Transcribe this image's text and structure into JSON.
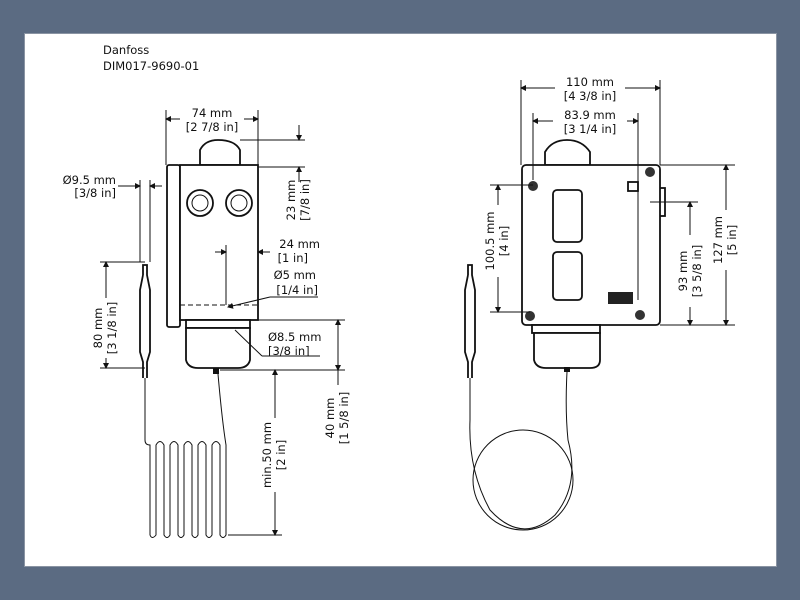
{
  "header": {
    "brand": "Danfoss",
    "drawing_id": "DIM017-9690-01"
  },
  "side_view": {
    "width": {
      "mm": "74 mm",
      "in": "[2 7/8 in]"
    },
    "knob_height": {
      "mm": "23 mm",
      "in": "[7/8 in]"
    },
    "bulb_diameter": {
      "mm": "Ø9.5 mm",
      "in": "[3/8 in]"
    },
    "hole_offset": {
      "mm": "24 mm",
      "in": "[1 in]"
    },
    "hole_diameter": {
      "mm": "Ø5 mm",
      "in": "[1/4 in]"
    },
    "capillary_gland": {
      "mm": "Ø8.5 mm",
      "in": "[3/8 in]"
    },
    "bulb_length": {
      "mm": "80 mm",
      "in": "[3 1/8 in]"
    },
    "gland_height": {
      "mm": "40 mm",
      "in": "[1 5/8 in]"
    },
    "min_capillary": {
      "mm": "min.50 mm",
      "in": "[2 in]"
    }
  },
  "front_view": {
    "width": {
      "mm": "110 mm",
      "in": "[4 3/8 in]"
    },
    "hole_spacing_h": {
      "mm": "83.9 mm",
      "in": "[3 1/4 in]"
    },
    "hole_spacing_v": {
      "mm": "100.5 mm",
      "in": "[4 in]"
    },
    "side_offset": {
      "mm": "93 mm",
      "in": "[3 5/8 in]"
    },
    "height": {
      "mm": "127 mm",
      "in": "[5 in]"
    }
  }
}
